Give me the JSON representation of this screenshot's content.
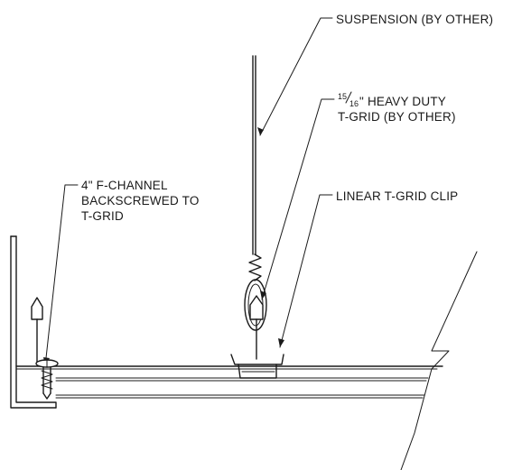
{
  "callouts": {
    "suspension": "SUSPENSION (BY OTHER)",
    "tgrid_fraction_num": "15",
    "tgrid_fraction_den": "16",
    "tgrid_line1_rest": "\" HEAVY DUTY",
    "tgrid_line2": "T-GRID (BY OTHER)",
    "fchannel_line1": "4\" F-CHANNEL",
    "fchannel_line2": "BACKSCREWED TO",
    "fchannel_line3": "T-GRID",
    "clip": "LINEAR T-GRID CLIP"
  }
}
